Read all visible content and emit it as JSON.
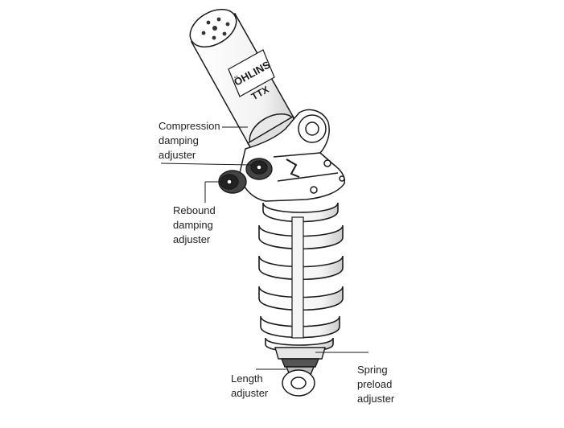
{
  "labels": {
    "compression": [
      "Compression",
      "damping",
      "adjuster"
    ],
    "rebound": [
      "Rebound",
      "damping",
      "adjuster"
    ],
    "length": [
      "Length",
      "adjuster"
    ],
    "spring": [
      "Spring",
      "preload",
      "adjuster"
    ]
  },
  "body_text": {
    "brand": "ÖHLINS",
    "model": "TTX"
  },
  "colors": {
    "line": "#1a1a1a",
    "fill": "#ffffff",
    "shade": "#d9d9d9",
    "dark": "#333333"
  }
}
